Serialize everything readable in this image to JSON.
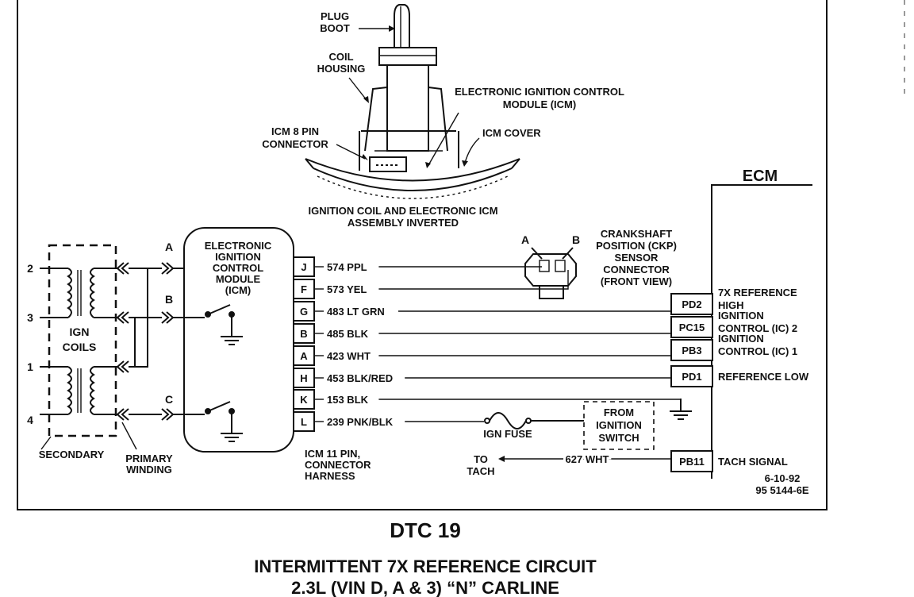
{
  "diagram": {
    "top": {
      "plug_boot": [
        "PLUG",
        "BOOT"
      ],
      "coil_housing": [
        "COIL",
        "HOUSING"
      ],
      "icm_label": [
        "ELECTRONIC IGNITION CONTROL",
        "MODULE (ICM)"
      ],
      "icm8": [
        "ICM 8 PIN",
        "CONNECTOR"
      ],
      "icm_cover": "ICM COVER",
      "assembly": [
        "IGNITION COIL AND ELECTRONIC ICM",
        "ASSEMBLY INVERTED"
      ]
    },
    "ecm": "ECM",
    "coils": {
      "label": [
        "IGN",
        "COILS"
      ],
      "pins": [
        "2",
        "3",
        "1",
        "4"
      ],
      "secondary": "SECONDARY",
      "primary": [
        "PRIMARY",
        "WINDING"
      ],
      "connectors": [
        "A",
        "B",
        "C"
      ]
    },
    "icm_module": [
      "ELECTRONIC",
      "IGNITION",
      "CONTROL",
      "MODULE",
      "(ICM)"
    ],
    "icm_harness": [
      "ICM 11 PIN,",
      "CONNECTOR",
      "HARNESS"
    ],
    "wires": [
      {
        "pin": "J",
        "wire": "574 PPL"
      },
      {
        "pin": "F",
        "wire": "573 YEL"
      },
      {
        "pin": "G",
        "wire": "483 LT GRN"
      },
      {
        "pin": "B",
        "wire": "485 BLK"
      },
      {
        "pin": "A",
        "wire": "423 WHT"
      },
      {
        "pin": "H",
        "wire": "453 BLK/RED"
      },
      {
        "pin": "K",
        "wire": "153 BLK"
      },
      {
        "pin": "L",
        "wire": "239 PNK/BLK"
      }
    ],
    "ckp": {
      "pins": [
        "A",
        "B"
      ],
      "label": [
        "CRANKSHAFT",
        "POSITION (CKP)",
        "SENSOR",
        "CONNECTOR",
        "(FRONT VIEW)"
      ]
    },
    "ecm_pins": [
      {
        "pin": "PD2",
        "desc": [
          "7X REFERENCE",
          "HIGH"
        ]
      },
      {
        "pin": "PC15",
        "desc": [
          "IGNITION",
          "CONTROL (IC) 2"
        ]
      },
      {
        "pin": "PB3",
        "desc": [
          "IGNITION",
          "CONTROL (IC) 1"
        ]
      },
      {
        "pin": "PD1",
        "desc": [
          "REFERENCE LOW"
        ]
      },
      {
        "pin": "PB11",
        "desc": [
          "TACH SIGNAL"
        ]
      }
    ],
    "ign_fuse": "IGN FUSE",
    "from_switch": [
      "FROM",
      "IGNITION",
      "SWITCH"
    ],
    "tach": {
      "to": [
        "TO",
        "TACH"
      ],
      "wire": "627 WHT"
    },
    "date": "6-10-92",
    "ref": "95 5144-6E"
  },
  "caption": {
    "dtc": "DTC 19",
    "line1": "INTERMITTENT 7X REFERENCE CIRCUIT",
    "line2": "2.3L  (VIN D, A & 3)  “N”  CARLINE"
  }
}
